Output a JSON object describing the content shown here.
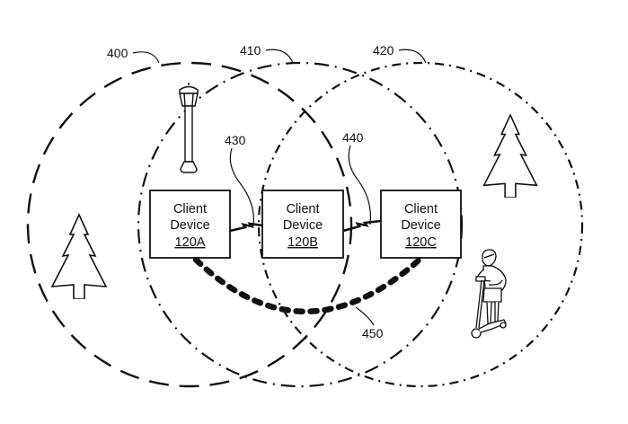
{
  "figure": {
    "type": "patent-style network coverage diagram",
    "colors": {
      "ink": "#111111",
      "background": "#ffffff"
    }
  },
  "coverage_areas": [
    {
      "ref": "400",
      "line_style": "long-dash",
      "encloses": [
        "tree-left",
        "lamp-post",
        "120A",
        "120B"
      ]
    },
    {
      "ref": "410",
      "line_style": "dash-dot",
      "encloses": [
        "120A",
        "120B"
      ]
    },
    {
      "ref": "420",
      "line_style": "dash-dot-fine",
      "encloses": [
        "120B",
        "120C",
        "tree-right",
        "scooter-rider"
      ]
    }
  ],
  "devices": [
    {
      "line1": "Client",
      "line2": "Device",
      "id": "120A"
    },
    {
      "line1": "Client",
      "line2": "Device",
      "id": "120B"
    },
    {
      "line1": "Client",
      "line2": "Device",
      "id": "120C"
    }
  ],
  "links": [
    {
      "ref": "430",
      "type": "wireless",
      "from": "120A",
      "to": "120B"
    },
    {
      "ref": "440",
      "type": "wireless",
      "from": "120B",
      "to": "120C"
    },
    {
      "ref": "450",
      "type": "relay-path",
      "from": "120A",
      "to": "120C"
    }
  ],
  "objects": [
    {
      "name": "tree-left"
    },
    {
      "name": "lamp-post"
    },
    {
      "name": "tree-right"
    },
    {
      "name": "scooter-rider"
    }
  ]
}
